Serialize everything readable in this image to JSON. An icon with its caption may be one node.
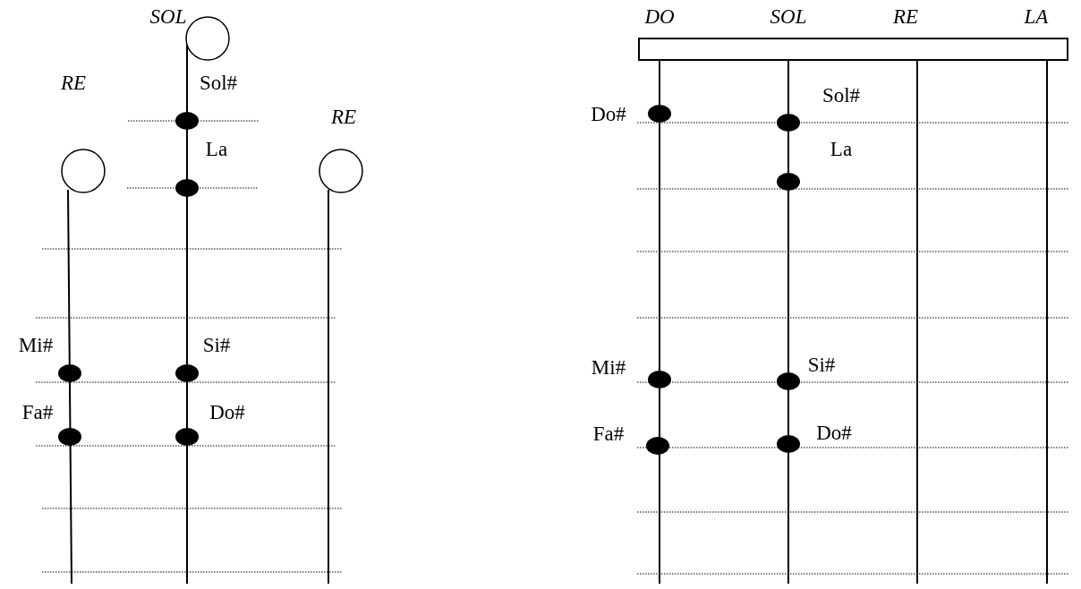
{
  "diagram": {
    "nodes": [
      {
        "text": [],
        "shape": "bar"
      }
    ],
    "labels": [
      "SOL",
      "RE",
      "Sol#",
      "RE",
      "La",
      "Mi#",
      "Si#",
      "Fa#",
      "Do#",
      "DO",
      "SOL",
      "RE",
      "LA",
      "Sol#",
      "Do#",
      "La",
      "Mi#",
      "Si#",
      "Fa#",
      "Do#"
    ]
  }
}
